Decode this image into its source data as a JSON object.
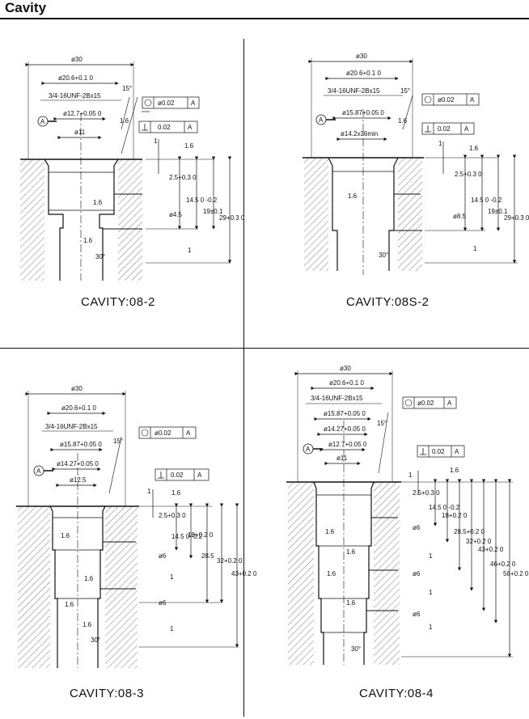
{
  "title": "Cavity",
  "panels": [
    {
      "caption": "CAVITY:08-2",
      "labels": [
        "ø30",
        "ø20.6+0.1 0",
        "3/4-16UNF-2Bx15",
        "15°",
        "ø12.7+0.05 0",
        "ø11",
        "1.6",
        "1.6",
        "1.6",
        "1.6",
        "ø4.5",
        "2.5+0.3 0",
        "14.5 0 -0.2",
        "19±0.1",
        "29+0.3 0",
        "1",
        "1",
        "30°",
        "A"
      ],
      "fcf": [
        {
          "symbol": "concentricity-icon",
          "tolerance": "ø0.02",
          "datum": "A"
        },
        {
          "symbol": "perpendicularity-icon",
          "tolerance": "0.02",
          "datum": "A"
        }
      ]
    },
    {
      "caption": "CAVITY:08S-2",
      "labels": [
        "ø30",
        "ø20.6+0.1 0",
        "3/4-16UNF-2Bx15",
        "15°",
        "ø15.87+0.05 0",
        "ø14.2x36min",
        "1.6",
        "1.6",
        "1.6",
        "ø8.5",
        "2.5+0.3 0",
        "14.5 0 -0.2",
        "19±0.1",
        "29+0.3 0",
        "1",
        "1",
        "30°",
        "A"
      ],
      "fcf": [
        {
          "symbol": "concentricity-icon",
          "tolerance": "ø0.02",
          "datum": "A"
        },
        {
          "symbol": "perpendicularity-icon",
          "tolerance": "0.02",
          "datum": "A"
        }
      ]
    },
    {
      "caption": "CAVITY:08-3",
      "labels": [
        "ø30",
        "ø20.6+0.1 0",
        "3/4-16UNF-2Bx15",
        "15°",
        "ø15.87+0.05 0",
        "ø14.27+0.05 0",
        "ø12.5",
        "1.6",
        "1.6",
        "1.6",
        "1.6",
        "1.6",
        "ø6",
        "ø6",
        "2.5+0.3 0",
        "14.5 0 -0.2",
        "18+0.2 0",
        "28.5",
        "32+0.2 0",
        "43+0.2 0",
        "1",
        "1",
        "1",
        "30°",
        "A"
      ],
      "fcf": [
        {
          "symbol": "concentricity-icon",
          "tolerance": "ø0.02",
          "datum": "A"
        },
        {
          "symbol": "perpendicularity-icon",
          "tolerance": "0.02",
          "datum": "A"
        }
      ]
    },
    {
      "caption": "CAVITY:08-4",
      "labels": [
        "ø30",
        "ø20.6+0.1 0",
        "3/4-16UNF-2Bx15",
        "15°",
        "ø15.87+0.05 0",
        "ø14.27+0.05 0",
        "ø12.7+0.05 0",
        "ø11",
        "1.6",
        "1.6",
        "1.6",
        "1.6",
        "1.6",
        "ø6",
        "ø6",
        "ø6",
        "2.5+0.3 0",
        "14.5 0 -0.2",
        "18+0.2 0",
        "28.5+0.2 0",
        "32+0.2 0",
        "43+0.2 0",
        "46+0.2 0",
        "56+0.2 0",
        "1",
        "1",
        "1",
        "1",
        "30°",
        "A"
      ],
      "fcf": [
        {
          "symbol": "concentricity-icon",
          "tolerance": "ø0.02",
          "datum": "A"
        },
        {
          "symbol": "perpendicularity-icon",
          "tolerance": "0.02",
          "datum": "A"
        }
      ]
    }
  ]
}
